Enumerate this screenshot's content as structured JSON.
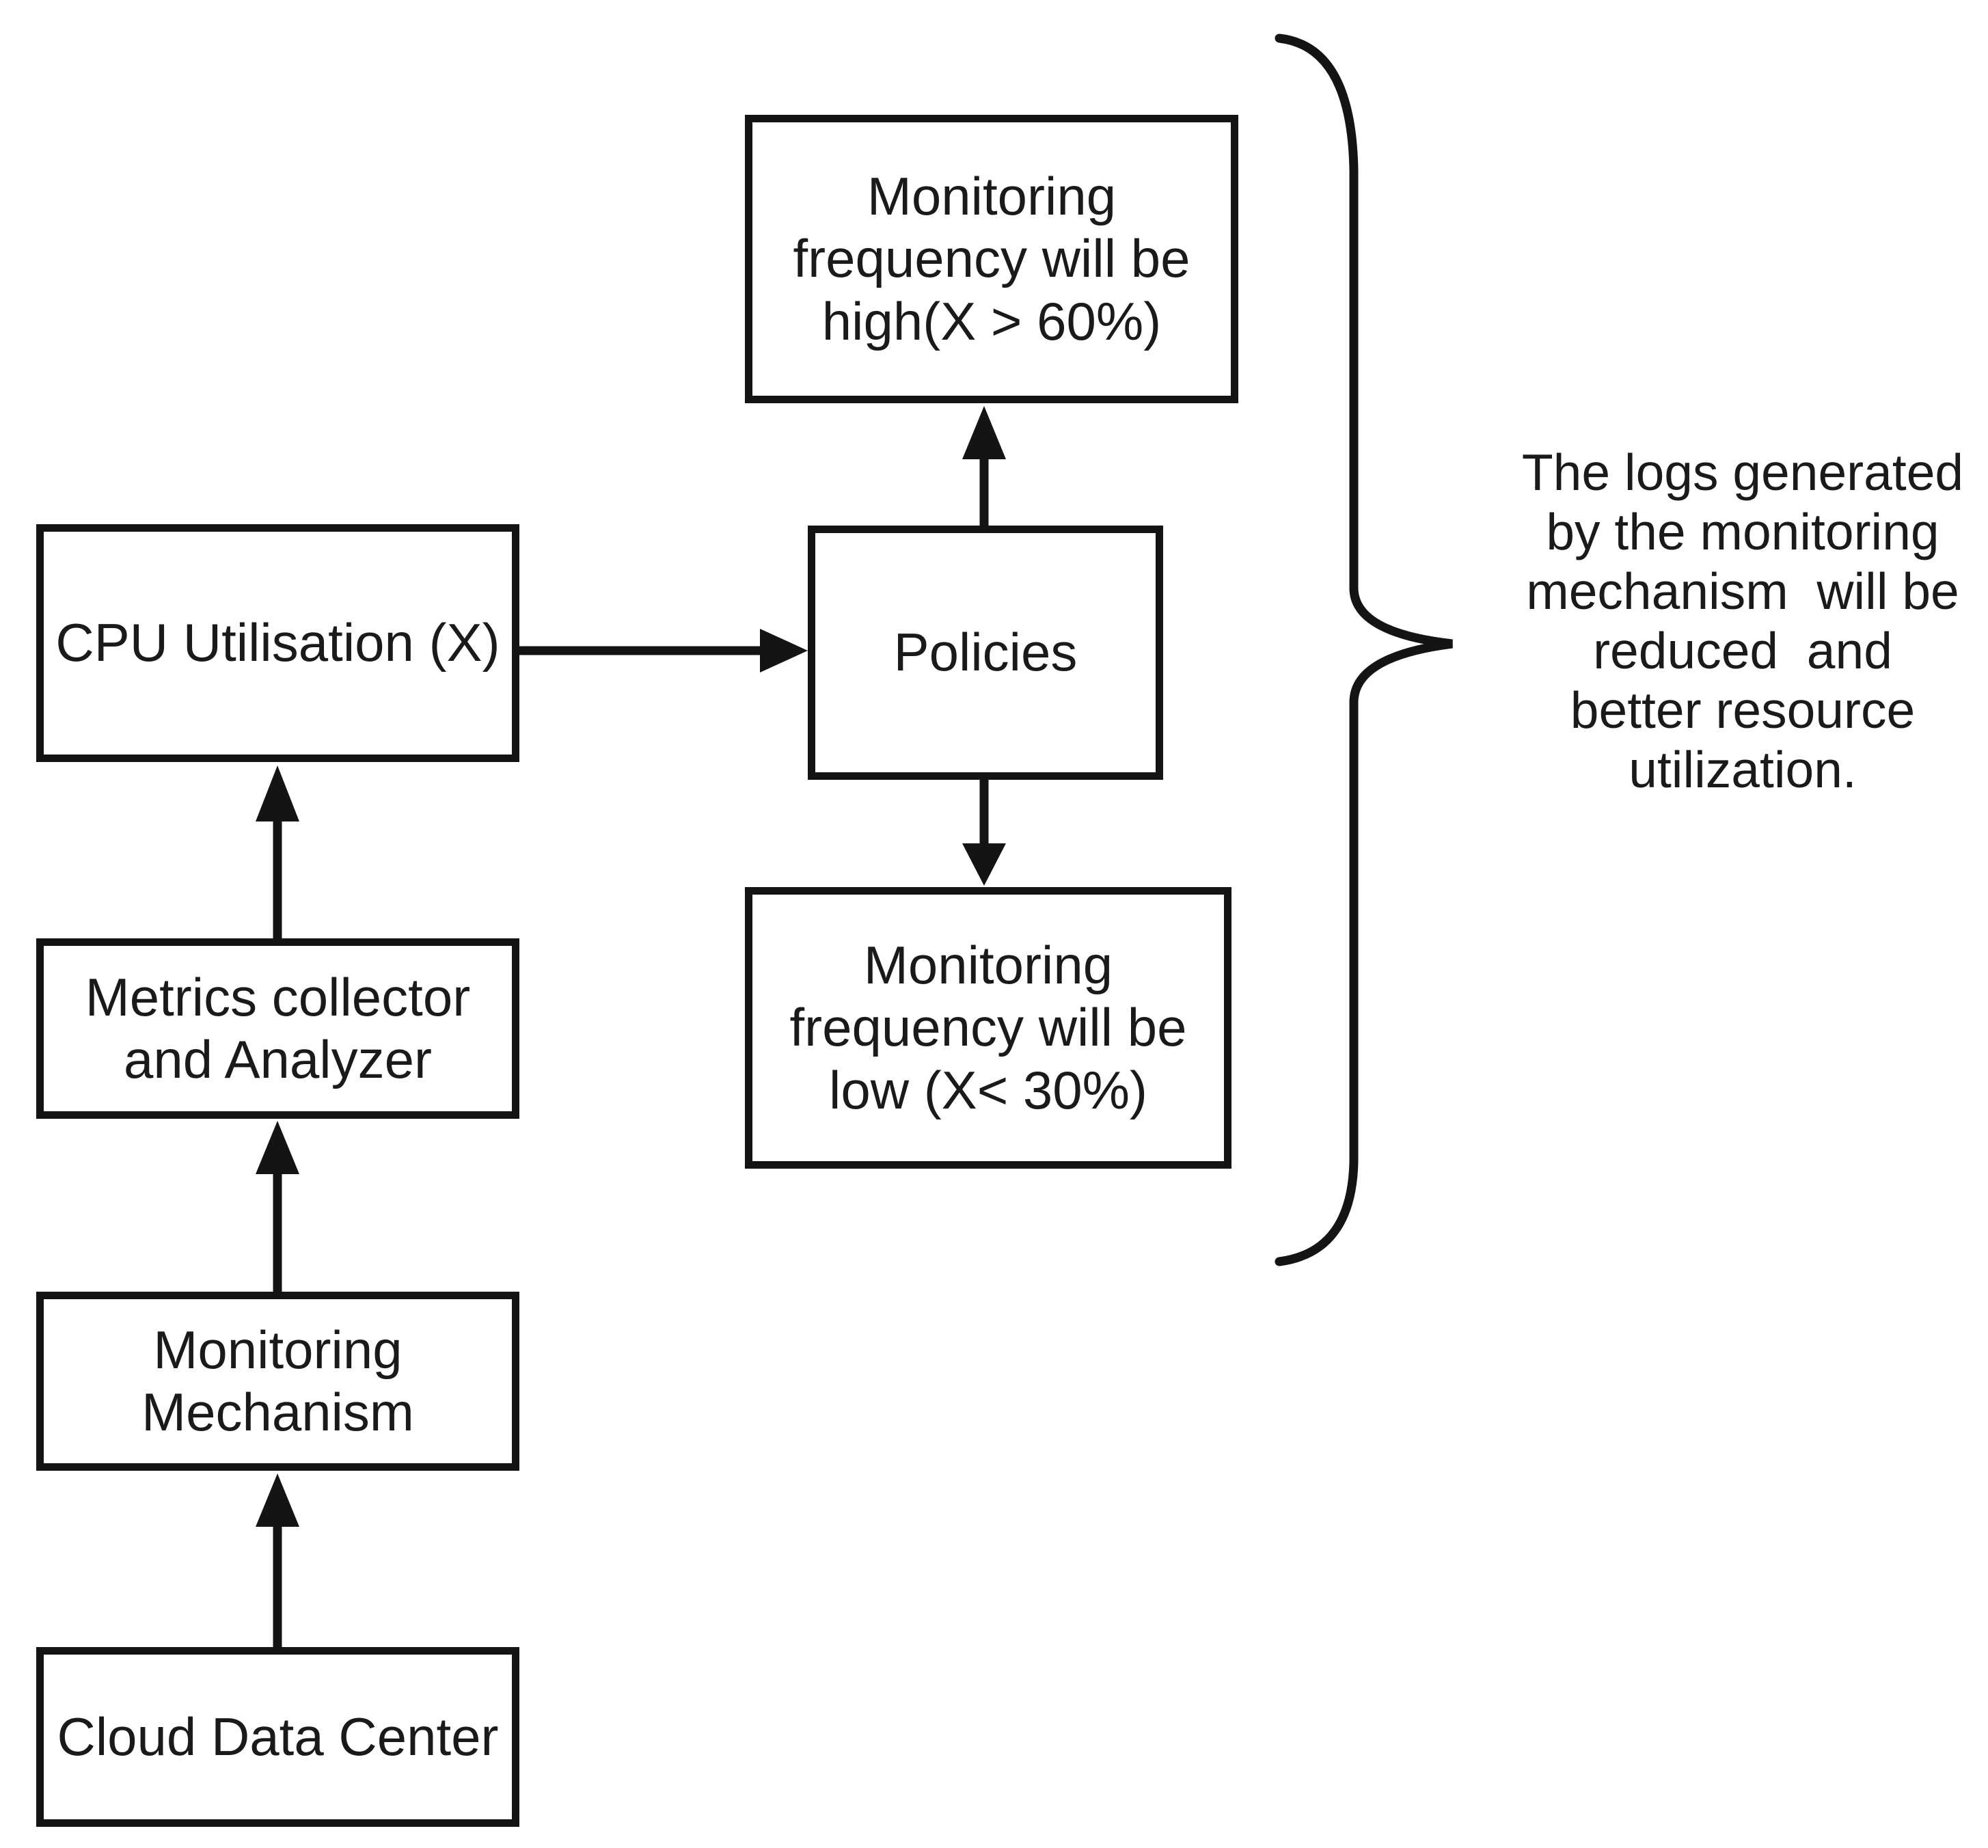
{
  "colors": {
    "background": "#ffffff",
    "line": "#141414",
    "text": "#1a1a1a"
  },
  "boxes": {
    "freq_high": {
      "label": "Monitoring\nfrequency will be\nhigh(X > 60%)"
    },
    "policies": {
      "label": "Policies"
    },
    "freq_low": {
      "label": "Monitoring\nfrequency will be\nlow (X< 30%)"
    },
    "cpu": {
      "label": "CPU Utilisation (X)"
    },
    "metrics": {
      "label": "Metrics collector\nand Analyzer"
    },
    "mechanism": {
      "label": "Monitoring\nMechanism"
    },
    "cloud": {
      "label": "Cloud Data Center"
    }
  },
  "annotation": {
    "text": "The logs generated\nby the monitoring\nmechanism  will be\nreduced  and\nbetter resource\nutilization."
  }
}
